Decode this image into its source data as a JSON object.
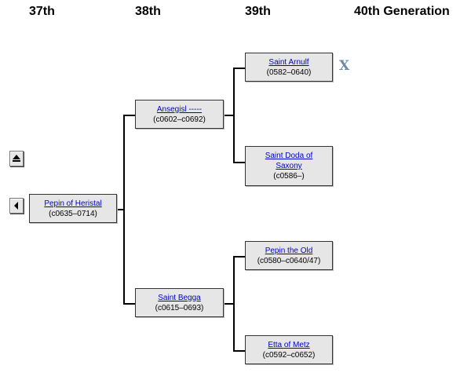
{
  "headers": {
    "gen37": "37th",
    "gen38": "38th",
    "gen39": "39th",
    "gen40": "40th Generation"
  },
  "people": {
    "pepin_of_heristal": {
      "name": "Pepin of Heristal",
      "dates": "(c0635–0714)"
    },
    "ansegisl": {
      "name": "Ansegisl -----",
      "dates": "(c0602–c0692)"
    },
    "saint_begga": {
      "name": "Saint Begga",
      "dates": "(c0615–0693)"
    },
    "saint_arnulf": {
      "name": "Saint Arnulf",
      "dates": "(0582–0640)"
    },
    "saint_doda": {
      "name_line1": "Saint Doda of",
      "name_line2": "Saxony",
      "dates": "(c0586–)"
    },
    "pepin_the_old": {
      "name": "Pepin the Old",
      "dates": "(c0580–c0640/47)"
    },
    "etta_of_metz": {
      "name": "Etta of Metz",
      "dates": "(c0592–c0652)"
    }
  },
  "controls": {
    "close_label": "X",
    "up_icon": "eject-up-icon",
    "back_icon": "triangle-left-icon"
  }
}
